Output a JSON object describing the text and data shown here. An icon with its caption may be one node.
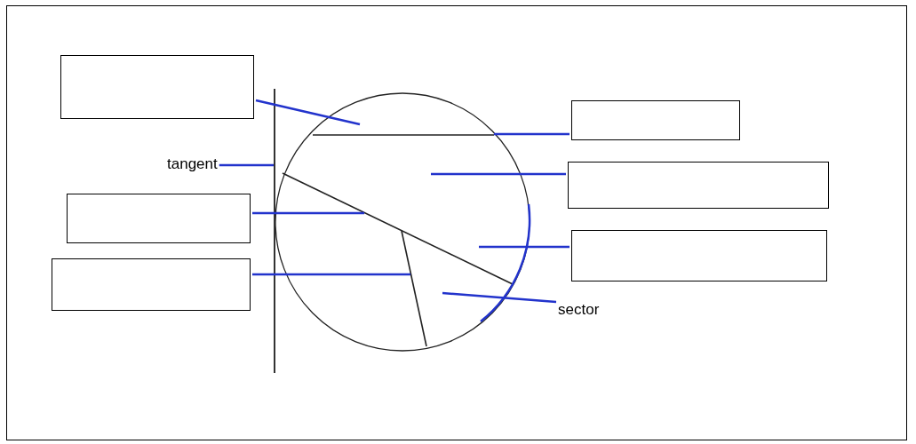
{
  "diagram": {
    "nodes": [
      {
        "text": [],
        "shape": "box"
      },
      {
        "text": [],
        "shape": "box"
      },
      {
        "text": [
          "tangent"
        ]
      },
      {
        "text": [],
        "shape": "box"
      },
      {
        "text": [],
        "shape": "box"
      },
      {
        "text": [],
        "shape": "box"
      },
      {
        "text": [],
        "shape": "box"
      },
      {
        "text": [
          "sector"
        ]
      },
      {
        "text": [],
        "shape": "arc"
      }
    ],
    "edges": [
      {
        "from": 0,
        "to": null,
        "arrow": "none"
      },
      {
        "from": 1,
        "to": null,
        "arrow": "none"
      },
      {
        "from": 2,
        "to": null,
        "arrow": "none"
      },
      {
        "from": 3,
        "to": null,
        "arrow": "none"
      },
      {
        "from": 4,
        "to": null,
        "arrow": "none"
      },
      {
        "from": 5,
        "to": 8,
        "arrow": "none"
      },
      {
        "from": 6,
        "to": null,
        "arrow": "none"
      },
      {
        "from": 7,
        "to": null,
        "arrow": "none"
      }
    ]
  }
}
